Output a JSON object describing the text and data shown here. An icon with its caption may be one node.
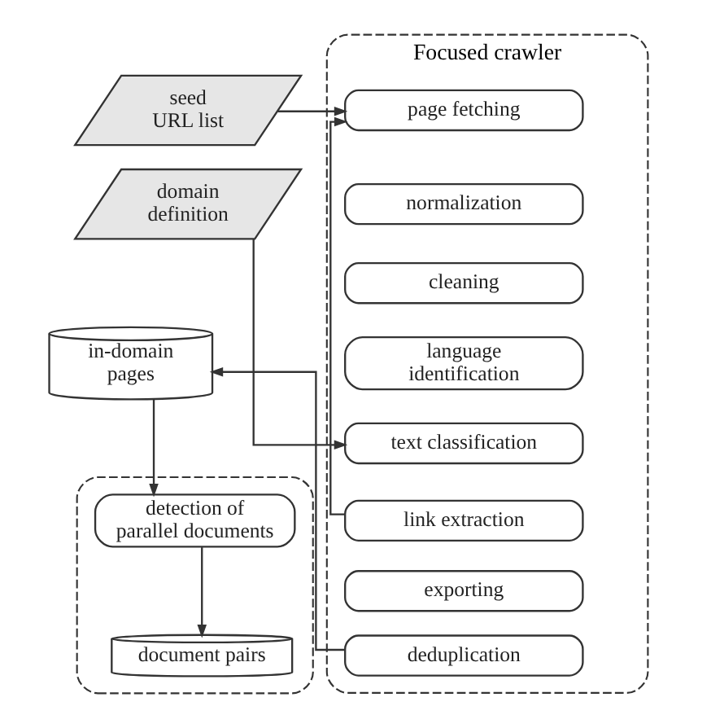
{
  "diagram": {
    "nodes": [
      {
        "text": [
          "seed URL list"
        ]
      },
      {
        "text": [
          "domain definition"
        ]
      },
      {
        "text": [
          "in-domain pages"
        ]
      },
      {
        "text": [],
        "shape": "box"
      },
      {
        "text": [
          "detection of parallel documents"
        ],
        "in": 3
      },
      {
        "text": [
          "document pairs"
        ],
        "in": 3
      },
      {
        "text": [
          "Focused crawler"
        ]
      },
      {
        "text": [
          "page fetching"
        ],
        "in": 6
      },
      {
        "text": [
          "normalization"
        ],
        "in": 6
      },
      {
        "text": [
          "cleaning"
        ],
        "in": 6
      },
      {
        "text": [
          "language identification"
        ],
        "in": 6
      },
      {
        "text": [
          "text classification"
        ],
        "in": 6
      },
      {
        "text": [
          "link extraction"
        ],
        "in": 6
      },
      {
        "text": [
          "exporting"
        ],
        "in": 6
      },
      {
        "text": [
          "deduplication"
        ],
        "in": 6
      }
    ],
    "edges": [
      {
        "from": 0,
        "to": 7,
        "arrow": "to"
      },
      {
        "from": 1,
        "to": 11,
        "arrow": "to"
      },
      {
        "from": 12,
        "to": 7,
        "arrow": "to"
      },
      {
        "from": 14,
        "to": 2,
        "arrow": "to"
      },
      {
        "from": 2,
        "to": 4,
        "arrow": "to"
      },
      {
        "from": 4,
        "to": 5,
        "arrow": "to"
      }
    ]
  }
}
